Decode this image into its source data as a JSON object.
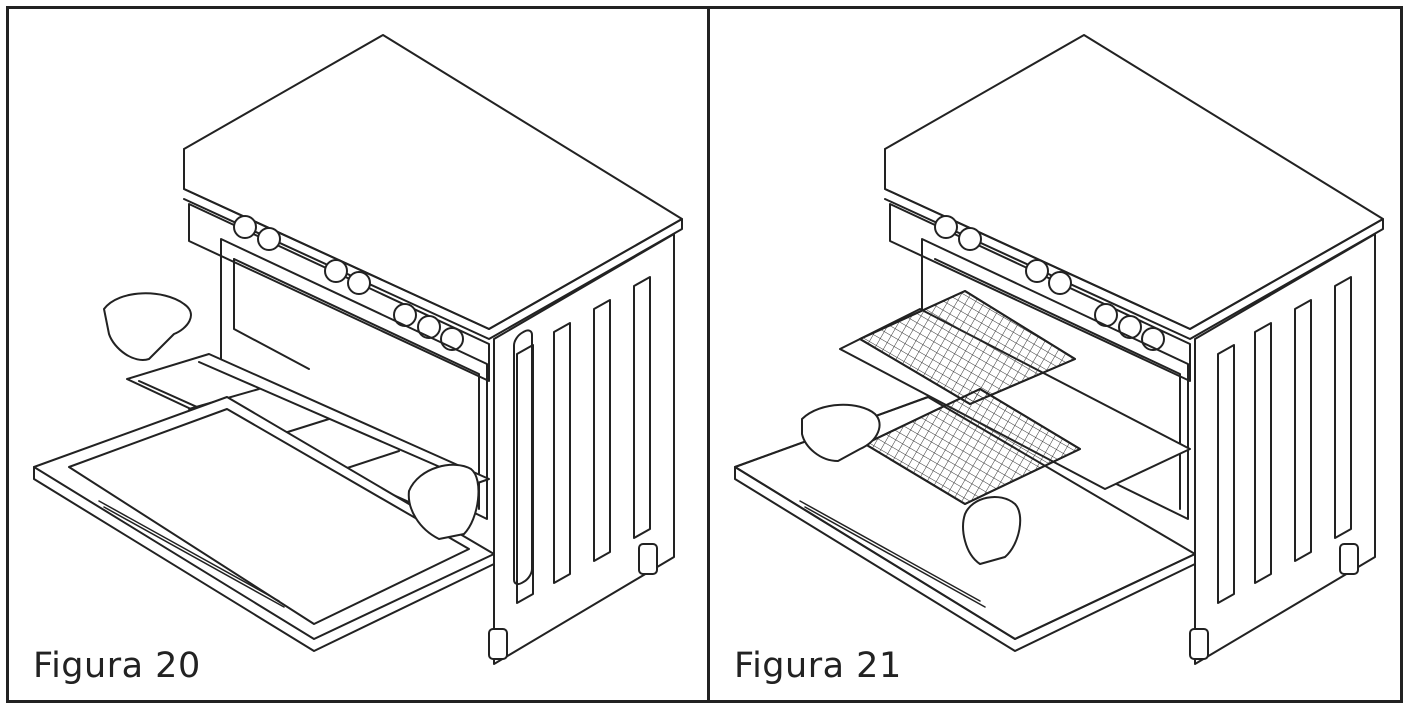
{
  "figures": [
    {
      "caption": "Figura 20",
      "illustration_icon": "oven-rack-removal-illustration"
    },
    {
      "caption": "Figura 21",
      "illustration_icon": "oven-grill-baskets-illustration"
    }
  ],
  "colors": {
    "line": "#222222",
    "background": "#ffffff"
  }
}
